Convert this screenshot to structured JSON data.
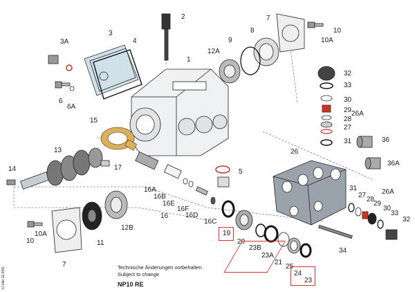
{
  "diagram": {
    "callouts": [
      "1",
      "2",
      "3",
      "3A",
      "4",
      "5",
      "6",
      "6A",
      "7",
      "8",
      "9",
      "10",
      "10A",
      "11",
      "12A",
      "12B",
      "13",
      "14",
      "15",
      "16",
      "16A",
      "16B",
      "16C",
      "16D",
      "16E",
      "16F",
      "17",
      "19",
      "20",
      "21",
      "23",
      "23A",
      "23B",
      "24",
      "25",
      "26",
      "26A",
      "27",
      "28",
      "29",
      "30",
      "31",
      "32",
      "33",
      "34",
      "36",
      "36A"
    ],
    "highlighted": [
      "19",
      "23B",
      "23A",
      "21",
      "24",
      "23"
    ]
  },
  "notes": {
    "line1": "Technische Änderungen vorbehalten",
    "line2": "Subject to change",
    "model": "NP10 RE",
    "side_code": "U-Hkt 11/16S"
  },
  "colors": {
    "outline": "#222222",
    "highlight": "#e03030",
    "brass": "#d8b060",
    "metal": "#b0b6bc",
    "rubber": "#222222",
    "seal_red": "#c0392b"
  }
}
